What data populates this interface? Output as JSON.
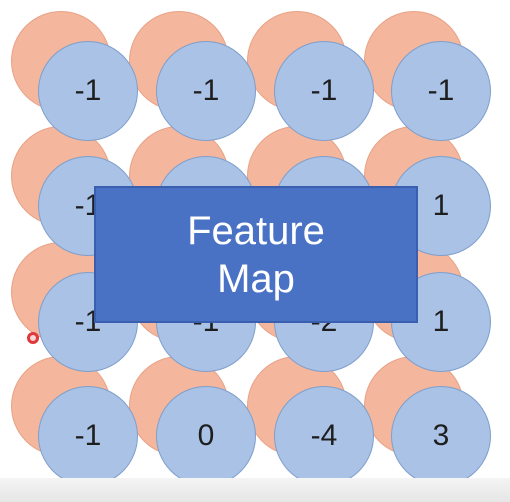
{
  "diagram": {
    "grid_values": [
      [
        "-1",
        "-1",
        "-1",
        "-1"
      ],
      [
        "-1",
        "",
        "",
        "1"
      ],
      [
        "-1",
        "-1",
        "-2",
        "1"
      ],
      [
        "-1",
        "0",
        "-4",
        "3"
      ]
    ],
    "overlay_label": "Feature\nMap"
  },
  "colors": {
    "back_circle": "#f4b69c",
    "front_circle": "#a9c2e6",
    "overlay_box": "#4a72c4"
  },
  "icons": {
    "pointer": "cursor-dot-icon"
  }
}
